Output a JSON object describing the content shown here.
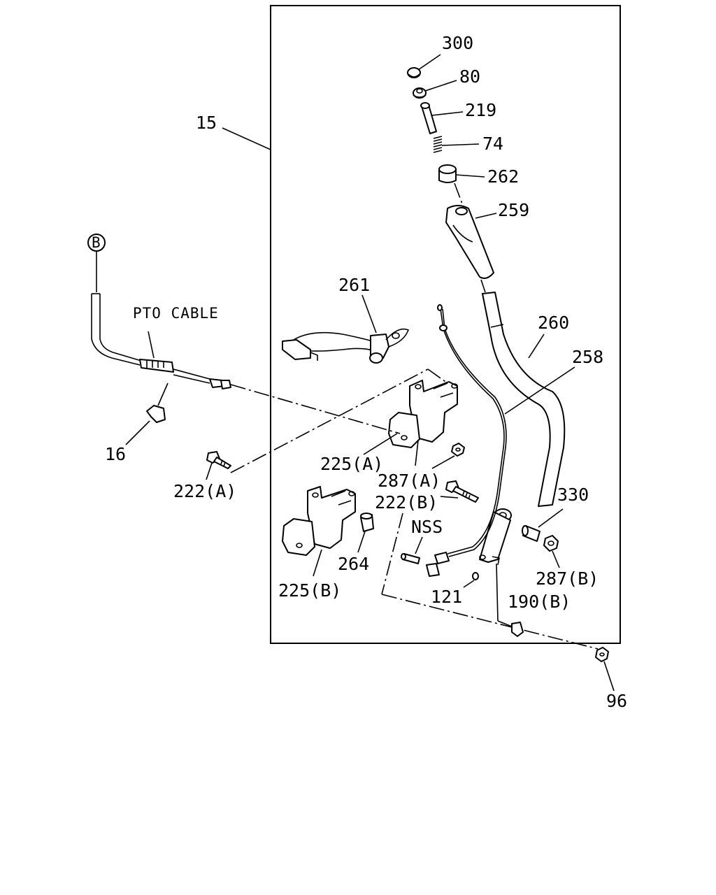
{
  "labels": {
    "p300": "300",
    "p80": "80",
    "p219": "219",
    "p74": "74",
    "p262": "262",
    "p259": "259",
    "p15": "15",
    "pB": "B",
    "p261": "261",
    "p260": "260",
    "p258": "258",
    "pto": "PTO CABLE",
    "p16": "16",
    "p225a": "225(A)",
    "p287a": "287(A)",
    "p222a": "222(A)",
    "p222b": "222(B)",
    "p330": "330",
    "nss": "NSS",
    "p264": "264",
    "p287b": "287(B)",
    "p225b": "225(B)",
    "p121": "121",
    "p190b": "190(B)",
    "p96": "96"
  }
}
